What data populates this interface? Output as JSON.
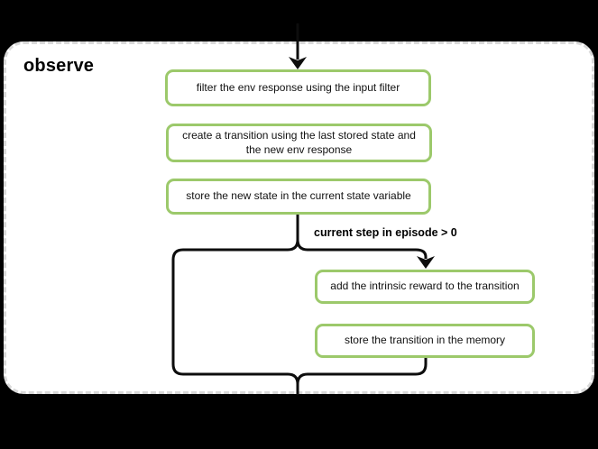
{
  "diagram": {
    "title": "observe",
    "boxes": [
      {
        "label": "filter the env response using the input filter"
      },
      {
        "label": "create a transition using the last stored state and the new env response"
      },
      {
        "label": "store the new state in the current state variable"
      },
      {
        "label": "add the intrinsic reward to the transition"
      },
      {
        "label": "store the transition in the memory"
      }
    ],
    "condition_label": "current step in episode > 0",
    "colors": {
      "background": "#000000",
      "container_fill": "#ffffff",
      "container_border": "#d9d9d9",
      "node_border": "#9cc96b",
      "node_fill": "#ffffff",
      "flow_line": "#0d0d0d",
      "text": "#111111"
    }
  }
}
